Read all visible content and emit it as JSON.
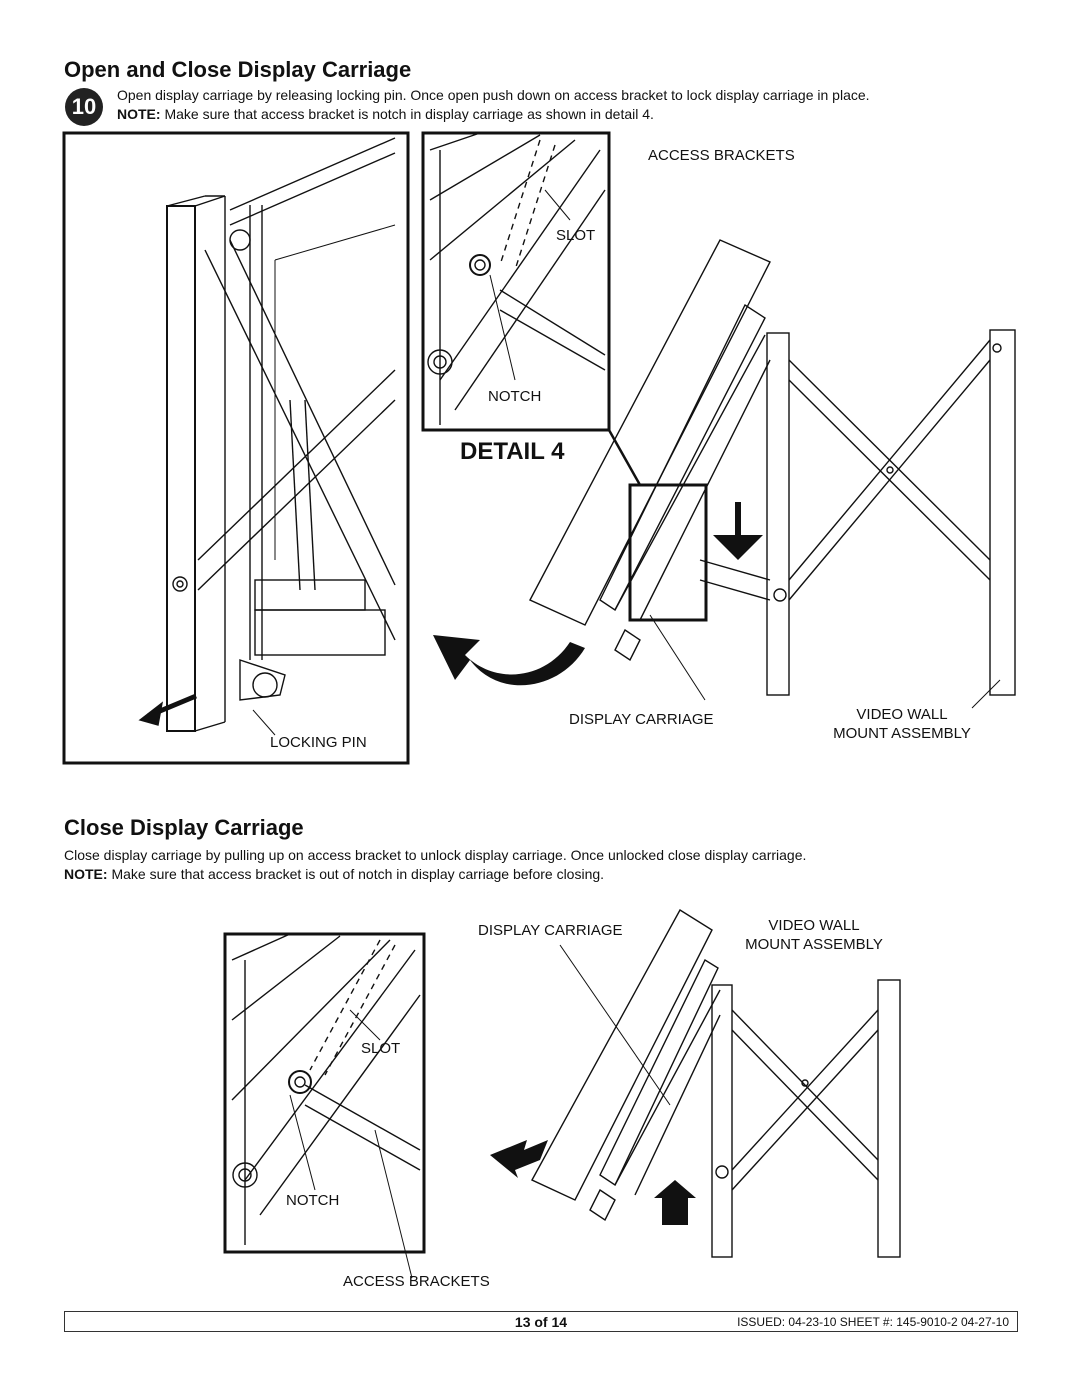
{
  "section1": {
    "title": "Open and Close Display Carriage",
    "step": "10",
    "line1": "Open display carriage by releasing locking pin. Once open push down on access bracket to lock display carriage in place.",
    "note_label": "NOTE:",
    "note": " Make sure that access bracket is notch in display carriage as shown in detail 4."
  },
  "figure1": {
    "access_brackets": "ACCESS BRACKETS",
    "slot": "SLOT",
    "notch": "NOTCH",
    "detail": "DETAIL 4",
    "display_carriage": "DISPLAY CARRIAGE",
    "video_wall_1": "VIDEO WALL",
    "video_wall_2": "MOUNT ASSEMBLY",
    "locking_pin": "LOCKING PIN"
  },
  "section2": {
    "title": "Close Display Carriage",
    "line1": "Close display carriage by pulling up on access bracket to unlock display carriage. Once unlocked close display carriage.",
    "note_label": "NOTE:",
    "note": " Make sure that access bracket is out of notch in display carriage before closing."
  },
  "figure2": {
    "display_carriage": "DISPLAY CARRIAGE",
    "video_wall_1": "VIDEO WALL",
    "video_wall_2": "MOUNT ASSEMBLY",
    "slot": "SLOT",
    "notch": "NOTCH",
    "access_brackets": "ACCESS BRACKETS"
  },
  "footer": {
    "page": "13 of 14",
    "issued": "ISSUED: 04-23-10   SHEET #: 145-9010-2  04-27-10"
  }
}
